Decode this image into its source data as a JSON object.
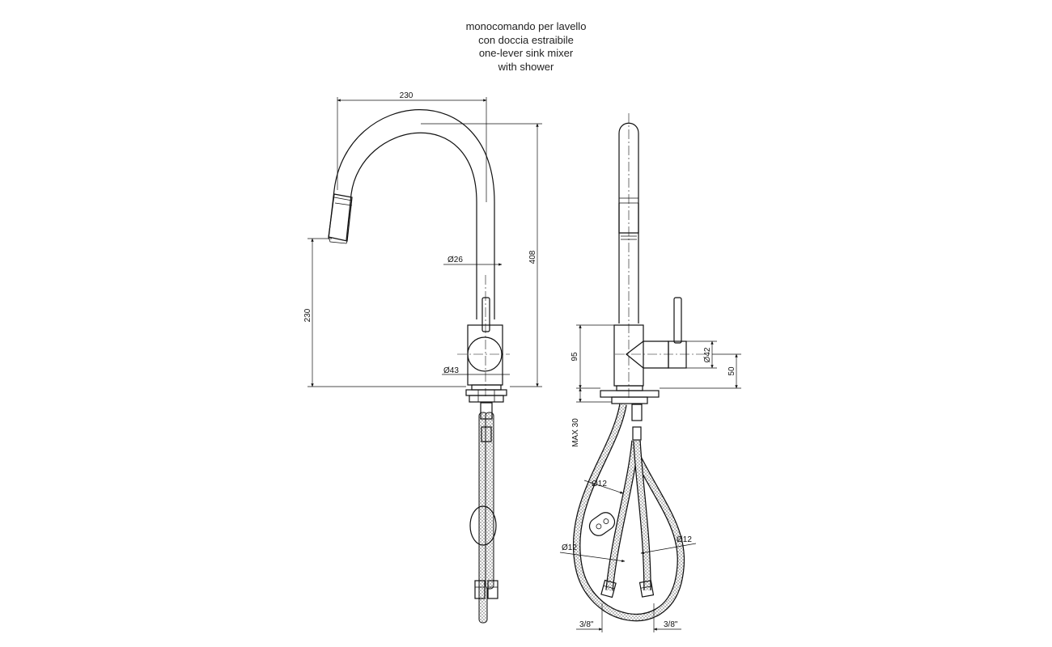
{
  "title": {
    "line1": "monocomando per lavello",
    "line2": "con doccia estraibile",
    "line3": "one-lever sink mixer",
    "line4": "with shower"
  },
  "front_view": {
    "width_top": "230",
    "height_total": "408",
    "spout_height": "230",
    "spout_diameter": "Ø26",
    "body_diameter": "Ø43"
  },
  "side_view": {
    "body_height": "95",
    "lever_diameter": "Ø42",
    "lever_height": "50",
    "max_thickness": "MAX 30",
    "hose_d1": "Ø12",
    "hose_d2": "Ø12",
    "hose_d3": "Ø12",
    "thread_left": "3/8\"",
    "thread_right": "3/8\""
  }
}
